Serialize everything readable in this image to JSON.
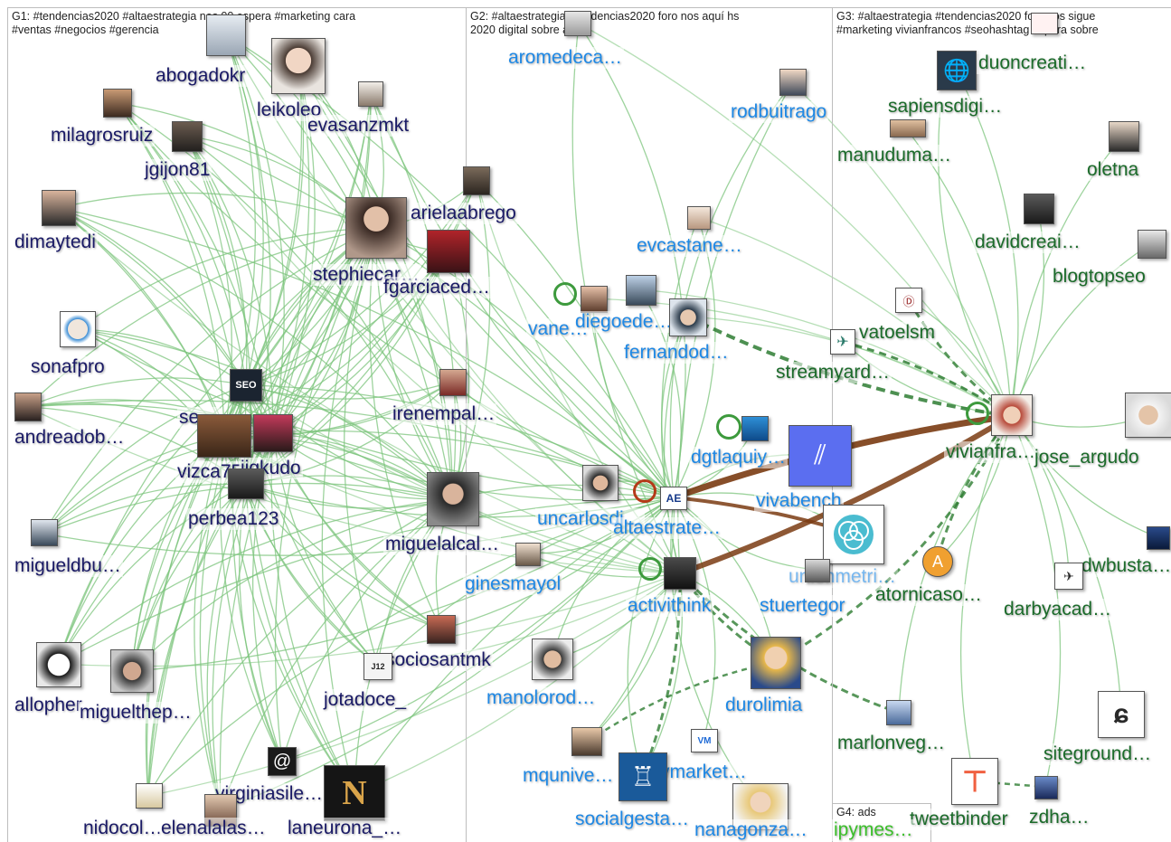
{
  "groups": [
    {
      "id": "G1",
      "header": "G1: #tendencias2020 #altaestrategia nos 00 espera #marketing cara\n#ventas #negocios #gerencia"
    },
    {
      "id": "G2",
      "header": "G2: #altaestrategia #tendencias2020 foro nos aquí hs\n2020 digital sobre ads"
    },
    {
      "id": "G3",
      "header": "G3: #altaestrategia #tendencias2020 foro nos sigue\n#marketing vivianfrancos #seohashtag espera sobre"
    },
    {
      "id": "G4",
      "header": "G4: ads"
    }
  ],
  "colors": {
    "g1_label": "#1a1a66",
    "g2_label": "#1e88e5",
    "g3_label": "#1b6b2a",
    "g4_label": "#3bbf2a",
    "edge_light": "#7cc47c",
    "edge_dark": "#2e7d32",
    "edge_brown": "#7a3b12",
    "divider": "#bdbdbd"
  },
  "nodes": [
    {
      "name": "abogadokr",
      "group": "g1",
      "avatar": "person"
    },
    {
      "name": "leikoleo",
      "group": "g1",
      "avatar": "person"
    },
    {
      "name": "milagrosruiz",
      "group": "g1",
      "avatar": "person"
    },
    {
      "name": "evasanzmkt",
      "group": "g1",
      "avatar": "person"
    },
    {
      "name": "jgijon81",
      "group": "g1",
      "avatar": "person"
    },
    {
      "name": "dimaytedi",
      "group": "g1",
      "avatar": "person"
    },
    {
      "name": "arielaabrego",
      "group": "g1",
      "avatar": "person"
    },
    {
      "name": "stephiecar…",
      "group": "g1",
      "avatar": "person"
    },
    {
      "name": "fgarciaced…",
      "group": "g1",
      "avatar": "person"
    },
    {
      "name": "sonafpro",
      "group": "g1",
      "avatar": "person"
    },
    {
      "name": "andreadob…",
      "group": "g1",
      "avatar": "person"
    },
    {
      "name": "irenempal…",
      "group": "g1",
      "avatar": "person"
    },
    {
      "name": "se…",
      "group": "g1",
      "avatar": "seo-logo"
    },
    {
      "name": "vizca75",
      "group": "g1",
      "avatar": "person"
    },
    {
      "name": "jigkudo",
      "group": "g1",
      "avatar": "person"
    },
    {
      "name": "perbea123",
      "group": "g1",
      "avatar": "person"
    },
    {
      "name": "miguelalcal…",
      "group": "g1",
      "avatar": "person"
    },
    {
      "name": "migueldbu…",
      "group": "g1",
      "avatar": "person"
    },
    {
      "name": "sociosantmk",
      "group": "g1",
      "avatar": "logo"
    },
    {
      "name": "allopher",
      "group": "g1",
      "avatar": "person"
    },
    {
      "name": "miguelthep…",
      "group": "g1",
      "avatar": "person"
    },
    {
      "name": "jotadoce_",
      "group": "g1",
      "avatar": "logo"
    },
    {
      "name": "virginiasile…",
      "group": "g1",
      "avatar": "at-icon"
    },
    {
      "name": "nidocol…",
      "group": "g1",
      "avatar": "logo"
    },
    {
      "name": "elenalalas…",
      "group": "g1",
      "avatar": "person"
    },
    {
      "name": "laneurona_…",
      "group": "g1",
      "avatar": "n-logo"
    },
    {
      "name": "aromedeca…",
      "group": "g2",
      "avatar": "person"
    },
    {
      "name": "rodbuitrago",
      "group": "g2",
      "avatar": "person"
    },
    {
      "name": "evcastane…",
      "group": "g2",
      "avatar": "person"
    },
    {
      "name": "vane…",
      "group": "g2",
      "avatar": "person"
    },
    {
      "name": "diegoede…",
      "group": "g2",
      "avatar": "person"
    },
    {
      "name": "fernandod…",
      "group": "g2",
      "avatar": "person"
    },
    {
      "name": "dgtlaquiy…",
      "group": "g2",
      "avatar": "logo"
    },
    {
      "name": "vivabench",
      "group": "g2",
      "avatar": "vivabench-logo"
    },
    {
      "name": "uncarlosdi…",
      "group": "g2",
      "avatar": "person"
    },
    {
      "name": "altaestrate…",
      "group": "g2",
      "avatar": "ae-logo"
    },
    {
      "name": "ginesmayol",
      "group": "g2",
      "avatar": "person"
    },
    {
      "name": "activithink",
      "group": "g2",
      "avatar": "person"
    },
    {
      "name": "unionmetri…",
      "group": "g2",
      "avatar": "unionmetrics-logo"
    },
    {
      "name": "stuertegor",
      "group": "g2",
      "avatar": "person"
    },
    {
      "name": "manolorod…",
      "group": "g2",
      "avatar": "person"
    },
    {
      "name": "durolimia",
      "group": "g2",
      "avatar": "person"
    },
    {
      "name": "mqunive…",
      "group": "g2",
      "avatar": "person"
    },
    {
      "name": "vmarket…",
      "group": "g2",
      "avatar": "logo"
    },
    {
      "name": "socialgesta…",
      "group": "g2",
      "avatar": "cup-logo"
    },
    {
      "name": "nanagonza…",
      "group": "g2",
      "avatar": "person"
    },
    {
      "name": "duoncreati…",
      "group": "g3",
      "avatar": "globe-logo"
    },
    {
      "name": "sapiensdigi…",
      "group": "g3",
      "avatar": "person"
    },
    {
      "name": "manuduma…",
      "group": "g3",
      "avatar": "person"
    },
    {
      "name": "oletna",
      "group": "g3",
      "avatar": "person"
    },
    {
      "name": "davidcreai…",
      "group": "g3",
      "avatar": "person"
    },
    {
      "name": "blogtopseo",
      "group": "g3",
      "avatar": "person"
    },
    {
      "name": "vatoelsm",
      "group": "g3",
      "avatar": "logo"
    },
    {
      "name": "streamyard…",
      "group": "g3",
      "avatar": "logo"
    },
    {
      "name": "vivianfra…",
      "group": "g3",
      "avatar": "person"
    },
    {
      "name": "jose_argudo",
      "group": "g3",
      "avatar": "person"
    },
    {
      "name": "atornicaso…",
      "group": "g3",
      "avatar": "a-logo"
    },
    {
      "name": "dwbusta…",
      "group": "g3",
      "avatar": "person"
    },
    {
      "name": "darbyacad…",
      "group": "g3",
      "avatar": "logo"
    },
    {
      "name": "marlonveg…",
      "group": "g3",
      "avatar": "person"
    },
    {
      "name": "siteground…",
      "group": "g3",
      "avatar": "siteground-logo"
    },
    {
      "name": "tweetbinder",
      "group": "g3",
      "avatar": "tweetbinder-logo"
    },
    {
      "name": "zdha…",
      "group": "g3",
      "avatar": "logo"
    },
    {
      "name": "ipymes…",
      "group": "g4",
      "avatar": "none"
    }
  ]
}
